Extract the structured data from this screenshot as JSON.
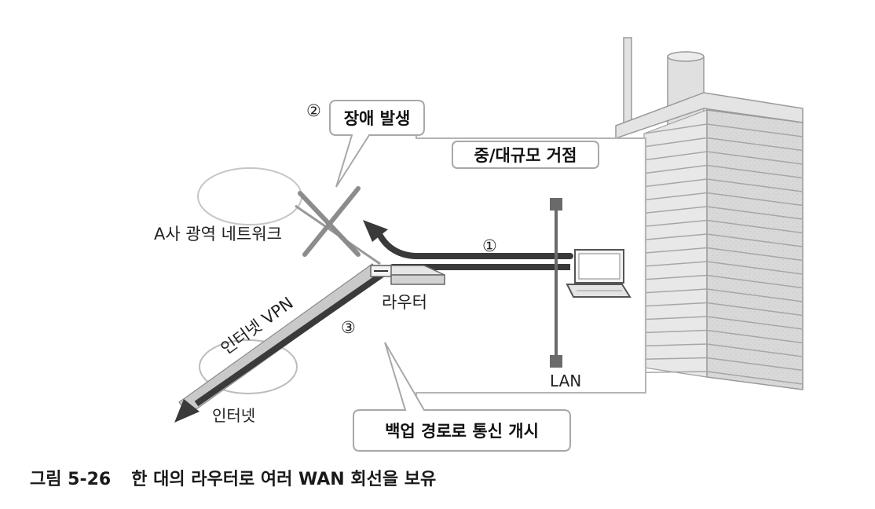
{
  "labels": {
    "marker_failure": "②",
    "failure": "장애 발생",
    "site": "중/대규모 거점",
    "wan": "A사 광역 네트워크",
    "marker_main": "①",
    "router": "라우터",
    "vpn": "인터넷 VPN",
    "marker_backup": "③",
    "internet": "인터넷",
    "lan": "LAN",
    "backup": "백업 경로로 통신 개시"
  },
  "caption": {
    "number": "그림 5-26",
    "text": "한 대의 라우터로 여러 WAN 회선을 보유"
  },
  "colors": {
    "route_dark": "#3a3a3a",
    "vpn_band": "#c4c4c4",
    "cross_mark": "#8c8c8c",
    "building": "#dadada",
    "frame_line": "#b4b4b4"
  },
  "icons": [
    "building-icon",
    "laptop-icon",
    "router-icon",
    "lan-switch-icon",
    "cross-mark-icon"
  ]
}
